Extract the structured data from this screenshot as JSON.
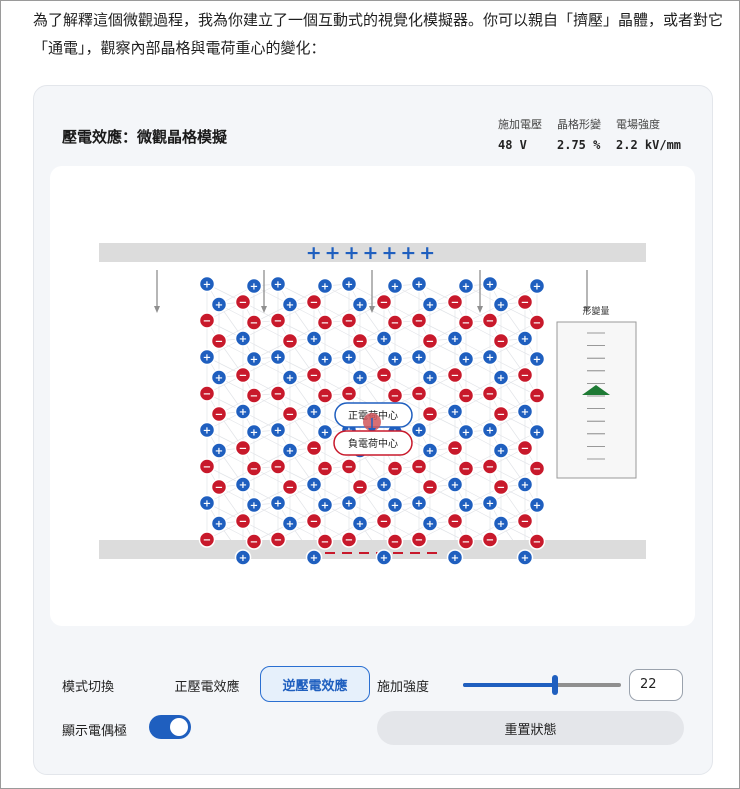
{
  "intro_text": "為了解釋這個微觀過程，我為你建立了一個互動式的視覺化模擬器。你可以親自「擠壓」晶體，或者對它「通電」，觀察內部晶格與電荷重心的變化：",
  "sim": {
    "title": "壓電效應：微觀晶格模擬",
    "stats": [
      {
        "label": "施加電壓",
        "value": "48 V"
      },
      {
        "label": "晶格形變",
        "value": "2.75 %"
      },
      {
        "label": "電場強度",
        "value": "2.2 kV/mm"
      }
    ]
  },
  "canvas": {
    "top_plate_charges": "+++++++",
    "pos_center_label": "正電荷中心",
    "neg_center_label": "負電荷中心",
    "gauge_label": "形變量",
    "positive_symbol": "+",
    "negative_symbol": "−",
    "gauge_level": 0.55
  },
  "controls": {
    "mode_label": "模式切換",
    "mode_options": [
      "正壓電效應",
      "逆壓電效應"
    ],
    "active_mode": "逆壓電效應",
    "strength_label": "施加強度",
    "strength_value": "22",
    "strength_fraction": 0.58,
    "dipole_label": "顯示電偶極",
    "dipole_on": true,
    "reset_label": "重置狀態"
  },
  "colors": {
    "positive": "#1f5fbf",
    "negative": "#c8192b",
    "accent": "#1f5fbf",
    "plate": "#dcdcdc",
    "gauge_arrow": "#1e7a34"
  }
}
